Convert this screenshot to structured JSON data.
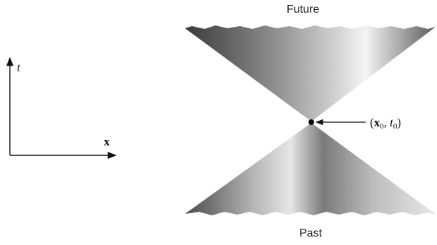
{
  "labels": {
    "future": "Future",
    "past": "Past"
  },
  "axes": {
    "time_symbol": "t",
    "space_symbol": "x"
  },
  "event": {
    "open": "(",
    "position_symbol": "x",
    "position_subscript": "0",
    "separator": ", ",
    "time_symbol": "t",
    "time_subscript": "0",
    "close": ")"
  },
  "colors": {
    "cone_dark": "#3a3a3a",
    "cone_mid": "#9a9a9a",
    "cone_light": "#f2f2f2",
    "line": "#111111"
  }
}
